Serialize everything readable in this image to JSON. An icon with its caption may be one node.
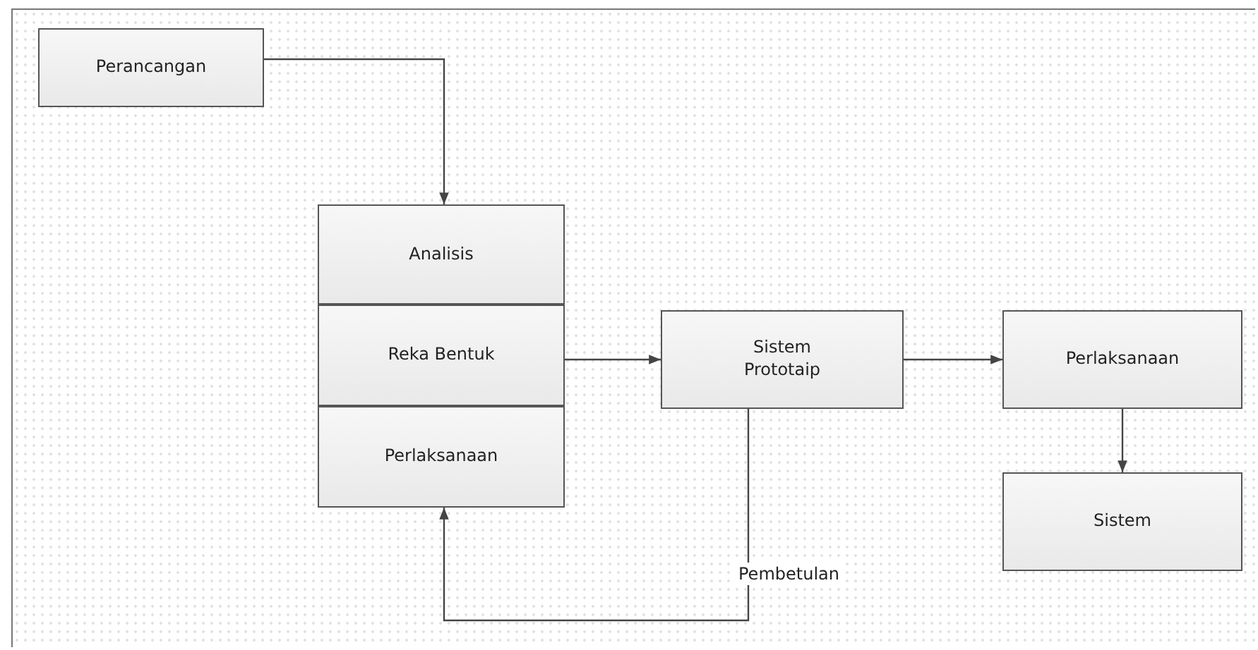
{
  "diagram": {
    "nodes": [
      {
        "text": [
          "Perancangan"
        ]
      },
      {
        "text": [
          "Analisis"
        ]
      },
      {
        "text": [
          "Reka Bentuk"
        ]
      },
      {
        "text": [
          "Perlaksanaan"
        ]
      },
      {
        "text": [
          "Sistem Prototaip"
        ]
      },
      {
        "text": [
          "Perlaksanaan"
        ]
      },
      {
        "text": [
          "Sistem"
        ]
      }
    ],
    "edges": [
      {
        "from": 0,
        "to": 1,
        "arrow": "to"
      },
      {
        "from": 2,
        "to": 4,
        "arrow": "to"
      },
      {
        "from": 4,
        "to": 3,
        "arrow": "to",
        "label": "Pembetulan"
      },
      {
        "from": 4,
        "to": 5,
        "arrow": "to"
      },
      {
        "from": 5,
        "to": 6,
        "arrow": "to"
      }
    ]
  }
}
